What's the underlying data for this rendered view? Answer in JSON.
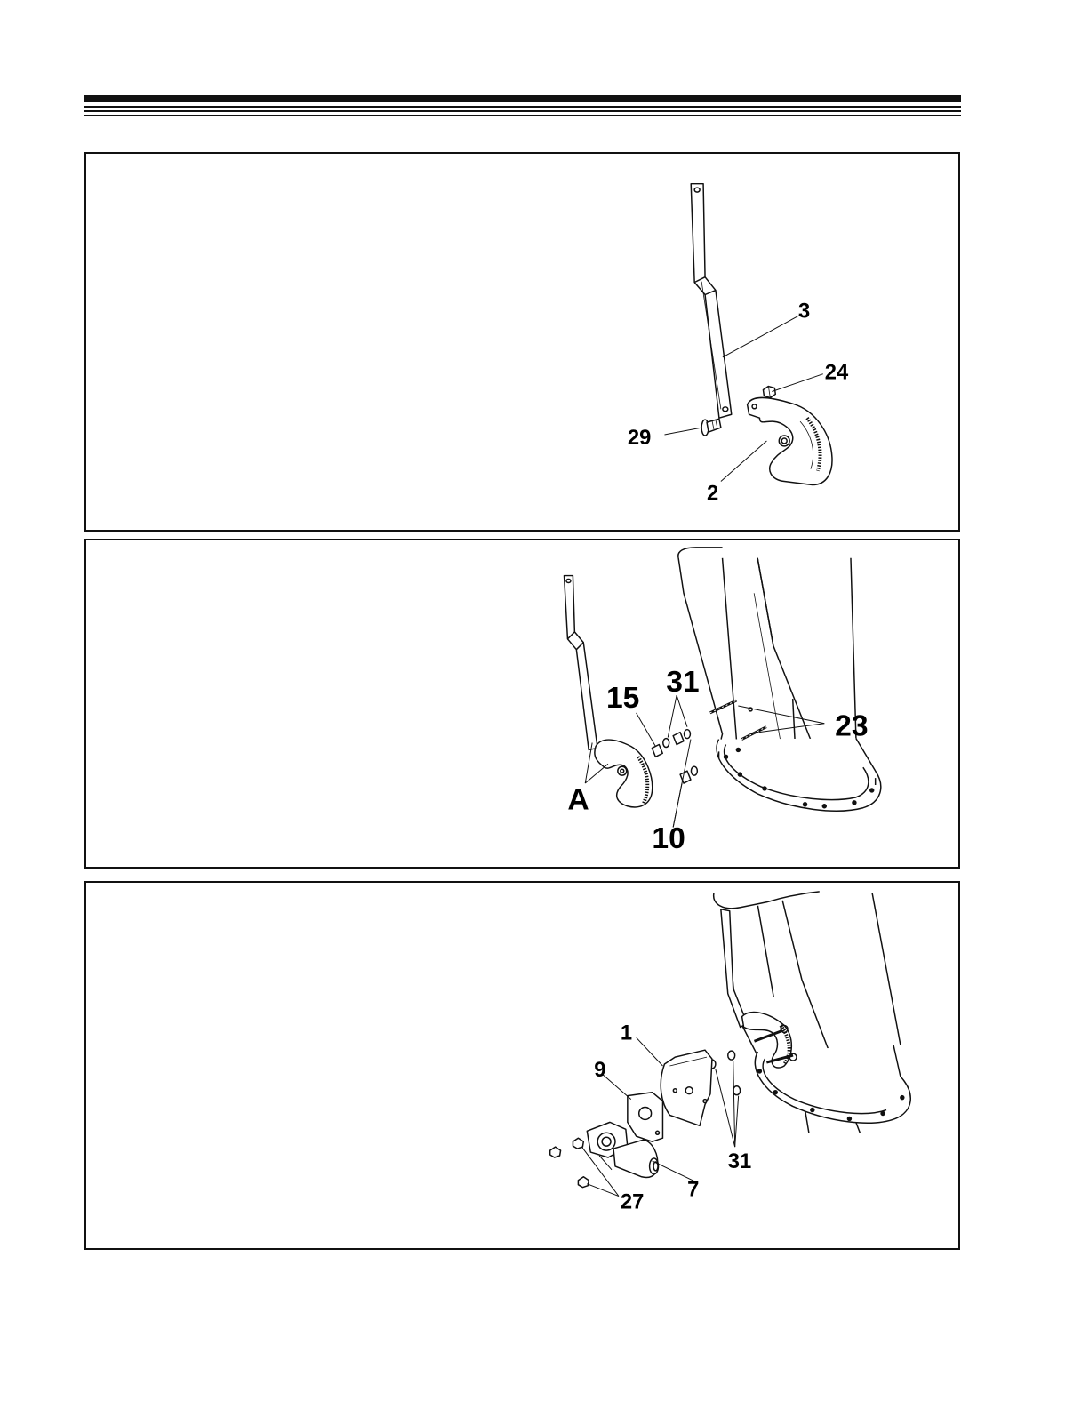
{
  "figure_1": {
    "callouts": {
      "arm": "3",
      "nut": "24",
      "bolt": "29",
      "gear_plate": "2"
    }
  },
  "figure_2": {
    "callouts": {
      "spacer": "15",
      "washers": "31",
      "studs": "23",
      "pivot_points": "A",
      "bolts": "10"
    }
  },
  "figure_3": {
    "callouts": {
      "mount_plate": "1",
      "bracket": "9",
      "washers": "31",
      "nuts": "27",
      "motor": "7"
    }
  }
}
